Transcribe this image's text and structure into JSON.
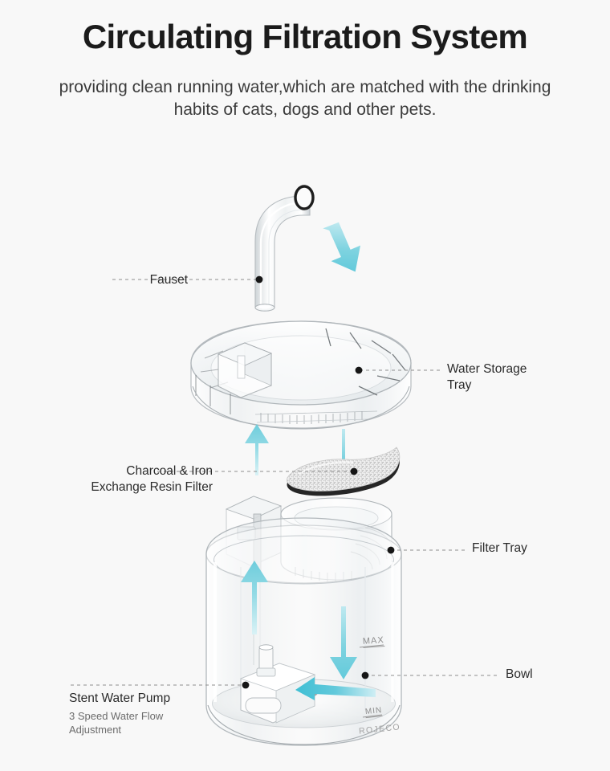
{
  "header": {
    "title": "Circulating Filtration System",
    "subtitle": "providing clean running water,which are matched with the drinking habits of cats, dogs and other pets."
  },
  "colors": {
    "background": "#f8f8f8",
    "title_text": "#1b1b1b",
    "body_text": "#3b3b3b",
    "label_text": "#2b2b2b",
    "sublabel_text": "#6c6c6c",
    "flow_arrow": "#7fd3e0",
    "flow_arrow_dark": "#4fc3d6",
    "leader_line": "#9a9a9a",
    "dot_marker": "#1a1a1a",
    "glass_stroke": "#b9bec2",
    "filter_charcoal": "#262626",
    "filter_resin": "#e8e8e8"
  },
  "callouts": [
    {
      "id": "fauset",
      "label": "Fauset",
      "sublabel": "",
      "side": "left"
    },
    {
      "id": "filter",
      "label": "Charcoal & Iron\nExchange Resin Filter",
      "sublabel": "",
      "side": "left"
    },
    {
      "id": "pump",
      "label": "Stent Water Pump",
      "sublabel": "3 Speed Water Flow\nAdjustment",
      "side": "left"
    },
    {
      "id": "storage",
      "label": "Water Storage\nTray",
      "sublabel": "",
      "side": "right"
    },
    {
      "id": "filtertray",
      "label": "Filter Tray",
      "sublabel": "",
      "side": "right"
    },
    {
      "id": "bowl",
      "label": "Bowl",
      "sublabel": "",
      "side": "right"
    }
  ],
  "engravings": {
    "max": "MAX",
    "min": "MIN",
    "brand": "ROJECO"
  },
  "icons": {
    "arrow_down_faucet": "arrow-down-icon",
    "arrow_up_left": "arrow-up-icon",
    "arrow_down_filter": "arrow-down-icon",
    "arrow_up_bowl": "arrow-up-icon",
    "arrow_down_bowl": "arrow-down-icon",
    "arrow_pump_intake": "arrow-left-icon"
  }
}
